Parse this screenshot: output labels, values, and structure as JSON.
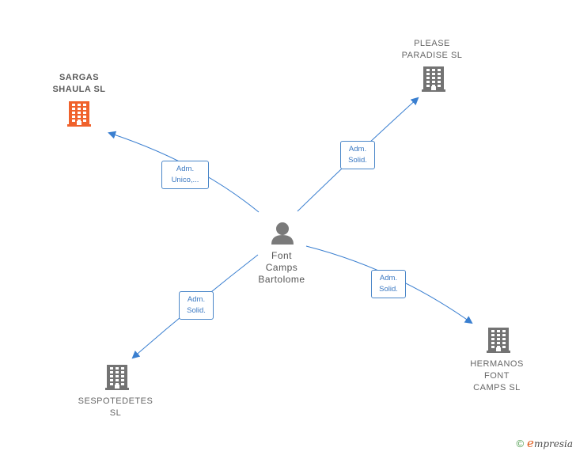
{
  "colors": {
    "edge": "#3a7fd0",
    "building_default": "#737373",
    "building_highlight": "#f0622c",
    "person": "#7a7a7a"
  },
  "center": {
    "icon": "person-icon",
    "label": "Font\nCamps\nBartolome"
  },
  "nodes": [
    {
      "id": "sargas",
      "icon": "building-icon",
      "label": "SARGAS\nSHAULA  SL",
      "highlight": true
    },
    {
      "id": "please",
      "icon": "building-icon",
      "label": "PLEASE\nPARADISE  SL",
      "highlight": false
    },
    {
      "id": "hermanos",
      "icon": "building-icon",
      "label": "HERMANOS\nFONT\nCAMPS  SL",
      "highlight": false
    },
    {
      "id": "sespotedetes",
      "icon": "building-icon",
      "label": "SESPOTEDETES\nSL",
      "highlight": false
    }
  ],
  "edges": [
    {
      "to": "sargas",
      "label": "Adm.\nUnico,..."
    },
    {
      "to": "please",
      "label": "Adm.\nSolid."
    },
    {
      "to": "hermanos",
      "label": "Adm.\nSolid."
    },
    {
      "to": "sespotedetes",
      "label": "Adm.\nSolid."
    }
  ],
  "brand": {
    "copyright": "©",
    "e": "e",
    "rest": "mpresia"
  }
}
